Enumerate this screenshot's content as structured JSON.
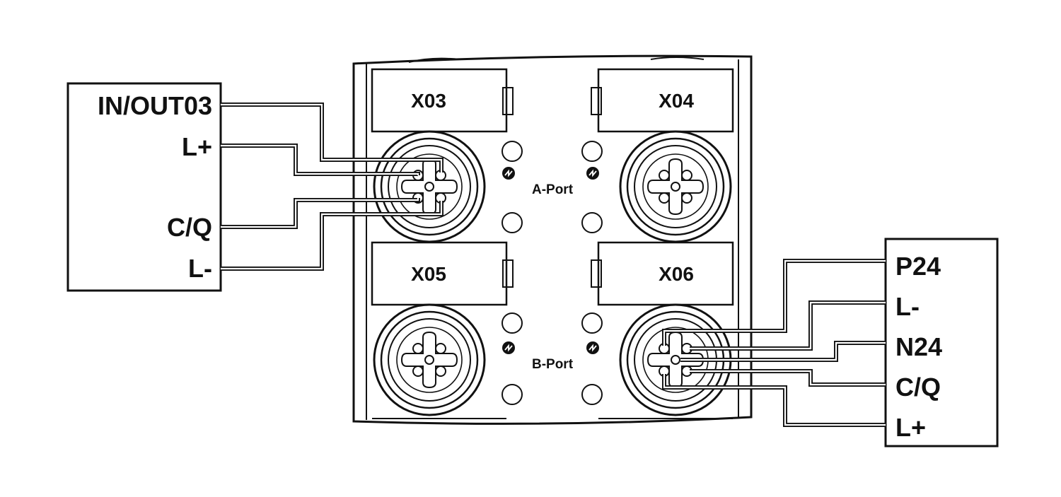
{
  "device": {
    "ports": {
      "x03": "X03",
      "x04": "X04",
      "x05": "X05",
      "x06": "X06"
    },
    "group_a": "A-Port",
    "group_b": "B-Port"
  },
  "left_box": {
    "terminals": [
      "IN/OUT03",
      "L+",
      "C/Q",
      "L-"
    ]
  },
  "right_box": {
    "terminals": [
      "P24",
      "L-",
      "N24",
      "C/Q",
      "L+"
    ]
  },
  "colors": {
    "line": "#111111",
    "background": "#ffffff"
  }
}
